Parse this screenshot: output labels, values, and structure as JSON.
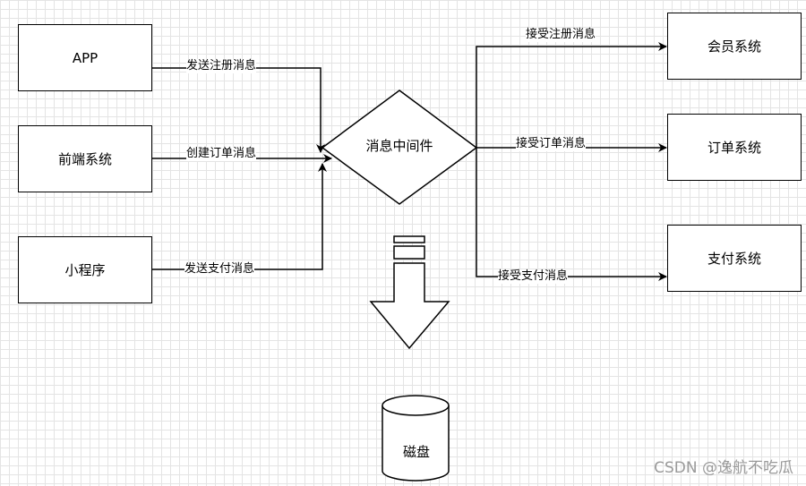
{
  "nodes": {
    "app": "APP",
    "frontend": "前端系统",
    "miniprogram": "小程序",
    "mq": "消息中间件",
    "member": "会员系统",
    "order": "订单系统",
    "payment": "支付系统",
    "disk": "磁盘"
  },
  "edges": {
    "app_send": "发送注册消息",
    "frontend_create": "创建订单消息",
    "mini_send": "发送支付消息",
    "member_recv": "接受注册消息",
    "order_recv": "接受订单消息",
    "payment_recv": "接受支付消息"
  },
  "watermark": "CSDN @逸航不吃瓜"
}
